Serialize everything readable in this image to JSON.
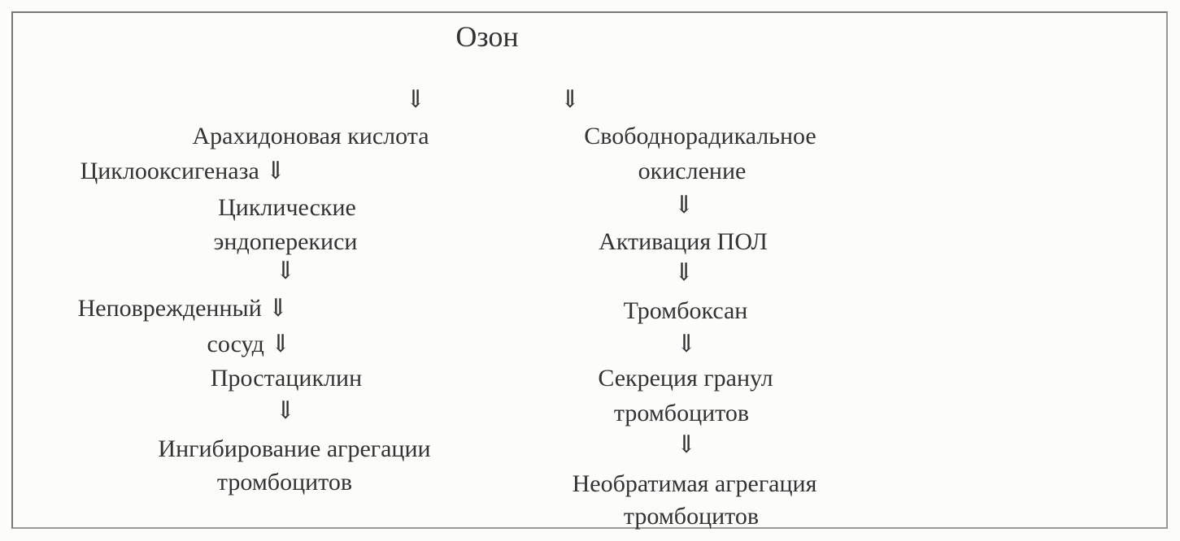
{
  "title": "Озон",
  "arrow": "⇓",
  "left_branch": {
    "arachidonic": "Арахидоновая кислота",
    "cox": "Циклооксигеназа ⇓",
    "cyclic1": "Циклические",
    "cyclic2": "эндоперекиси",
    "vessel1": "Неповрежденный ⇓",
    "vessel2": "сосуд ⇓",
    "prostacyclin": "Простациклин",
    "inhib1": "Ингибирование агрегации",
    "inhib2": "тромбоцитов"
  },
  "right_branch": {
    "freerad1": "Свободнорадикальное",
    "freerad2": "окисление",
    "lpo": "Активация ПОЛ",
    "thromboxane": "Тромбоксан",
    "secretion1": "Секреция гранул",
    "secretion2": "тромбоцитов",
    "irrev1": "Необратимая агрегация",
    "irrev2": "тромбоцитов"
  }
}
